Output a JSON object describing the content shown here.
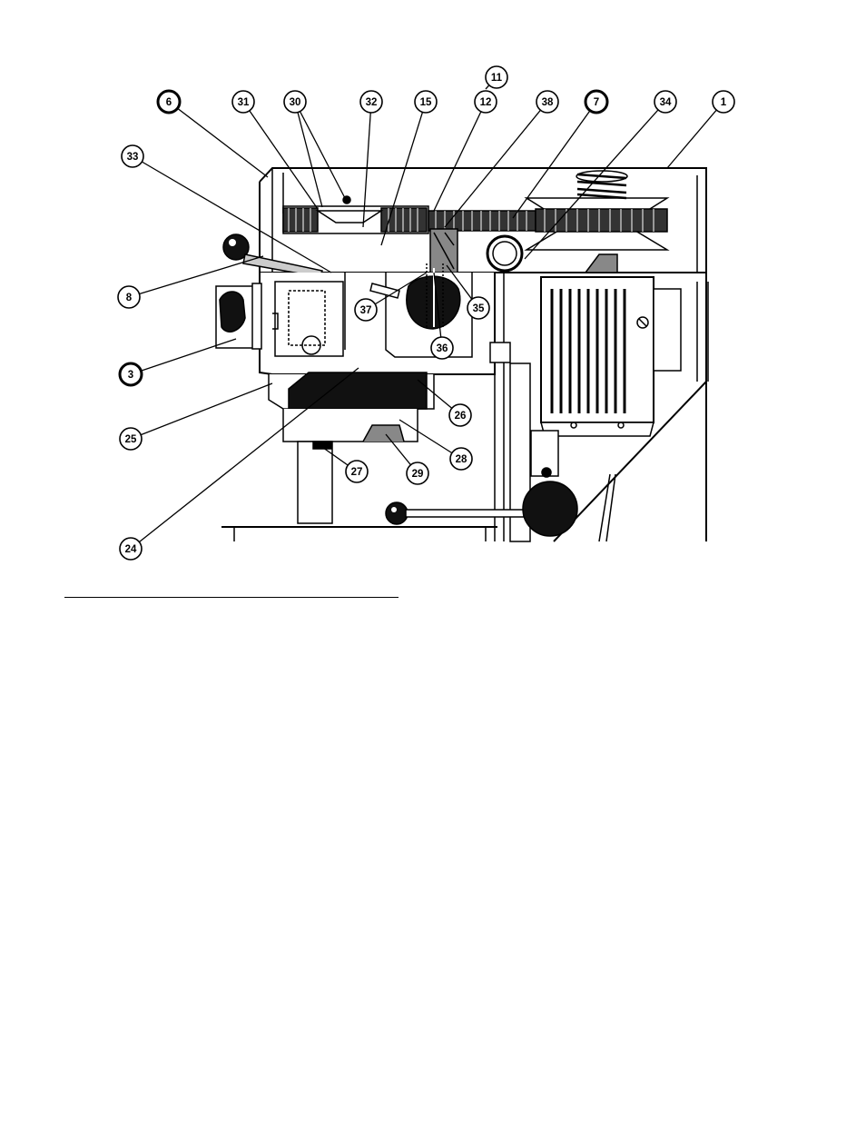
{
  "diagram": {
    "callouts": [
      {
        "id": "c1",
        "text": "1",
        "bold_ring": false
      },
      {
        "id": "c3",
        "text": "3",
        "bold_ring": true
      },
      {
        "id": "c6",
        "text": "6",
        "bold_ring": true
      },
      {
        "id": "c7",
        "text": "7",
        "bold_ring": true
      },
      {
        "id": "c8",
        "text": "8",
        "bold_ring": false
      },
      {
        "id": "c11",
        "text": "11",
        "bold_ring": false
      },
      {
        "id": "c12",
        "text": "12",
        "bold_ring": false
      },
      {
        "id": "c15",
        "text": "15",
        "bold_ring": false
      },
      {
        "id": "c24",
        "text": "24",
        "bold_ring": false
      },
      {
        "id": "c25",
        "text": "25",
        "bold_ring": false
      },
      {
        "id": "c26",
        "text": "26",
        "bold_ring": false
      },
      {
        "id": "c27",
        "text": "27",
        "bold_ring": false
      },
      {
        "id": "c28",
        "text": "28",
        "bold_ring": false
      },
      {
        "id": "c29",
        "text": "29",
        "bold_ring": false
      },
      {
        "id": "c30",
        "text": "30",
        "bold_ring": false
      },
      {
        "id": "c31",
        "text": "31",
        "bold_ring": false
      },
      {
        "id": "c32",
        "text": "32",
        "bold_ring": false
      },
      {
        "id": "c33",
        "text": "33",
        "bold_ring": false
      },
      {
        "id": "c34",
        "text": "34",
        "bold_ring": false
      },
      {
        "id": "c35",
        "text": "35",
        "bold_ring": false
      },
      {
        "id": "c36",
        "text": "36",
        "bold_ring": false
      },
      {
        "id": "c37",
        "text": "37",
        "bold_ring": false
      },
      {
        "id": "c38",
        "text": "38",
        "bold_ring": false
      }
    ]
  }
}
